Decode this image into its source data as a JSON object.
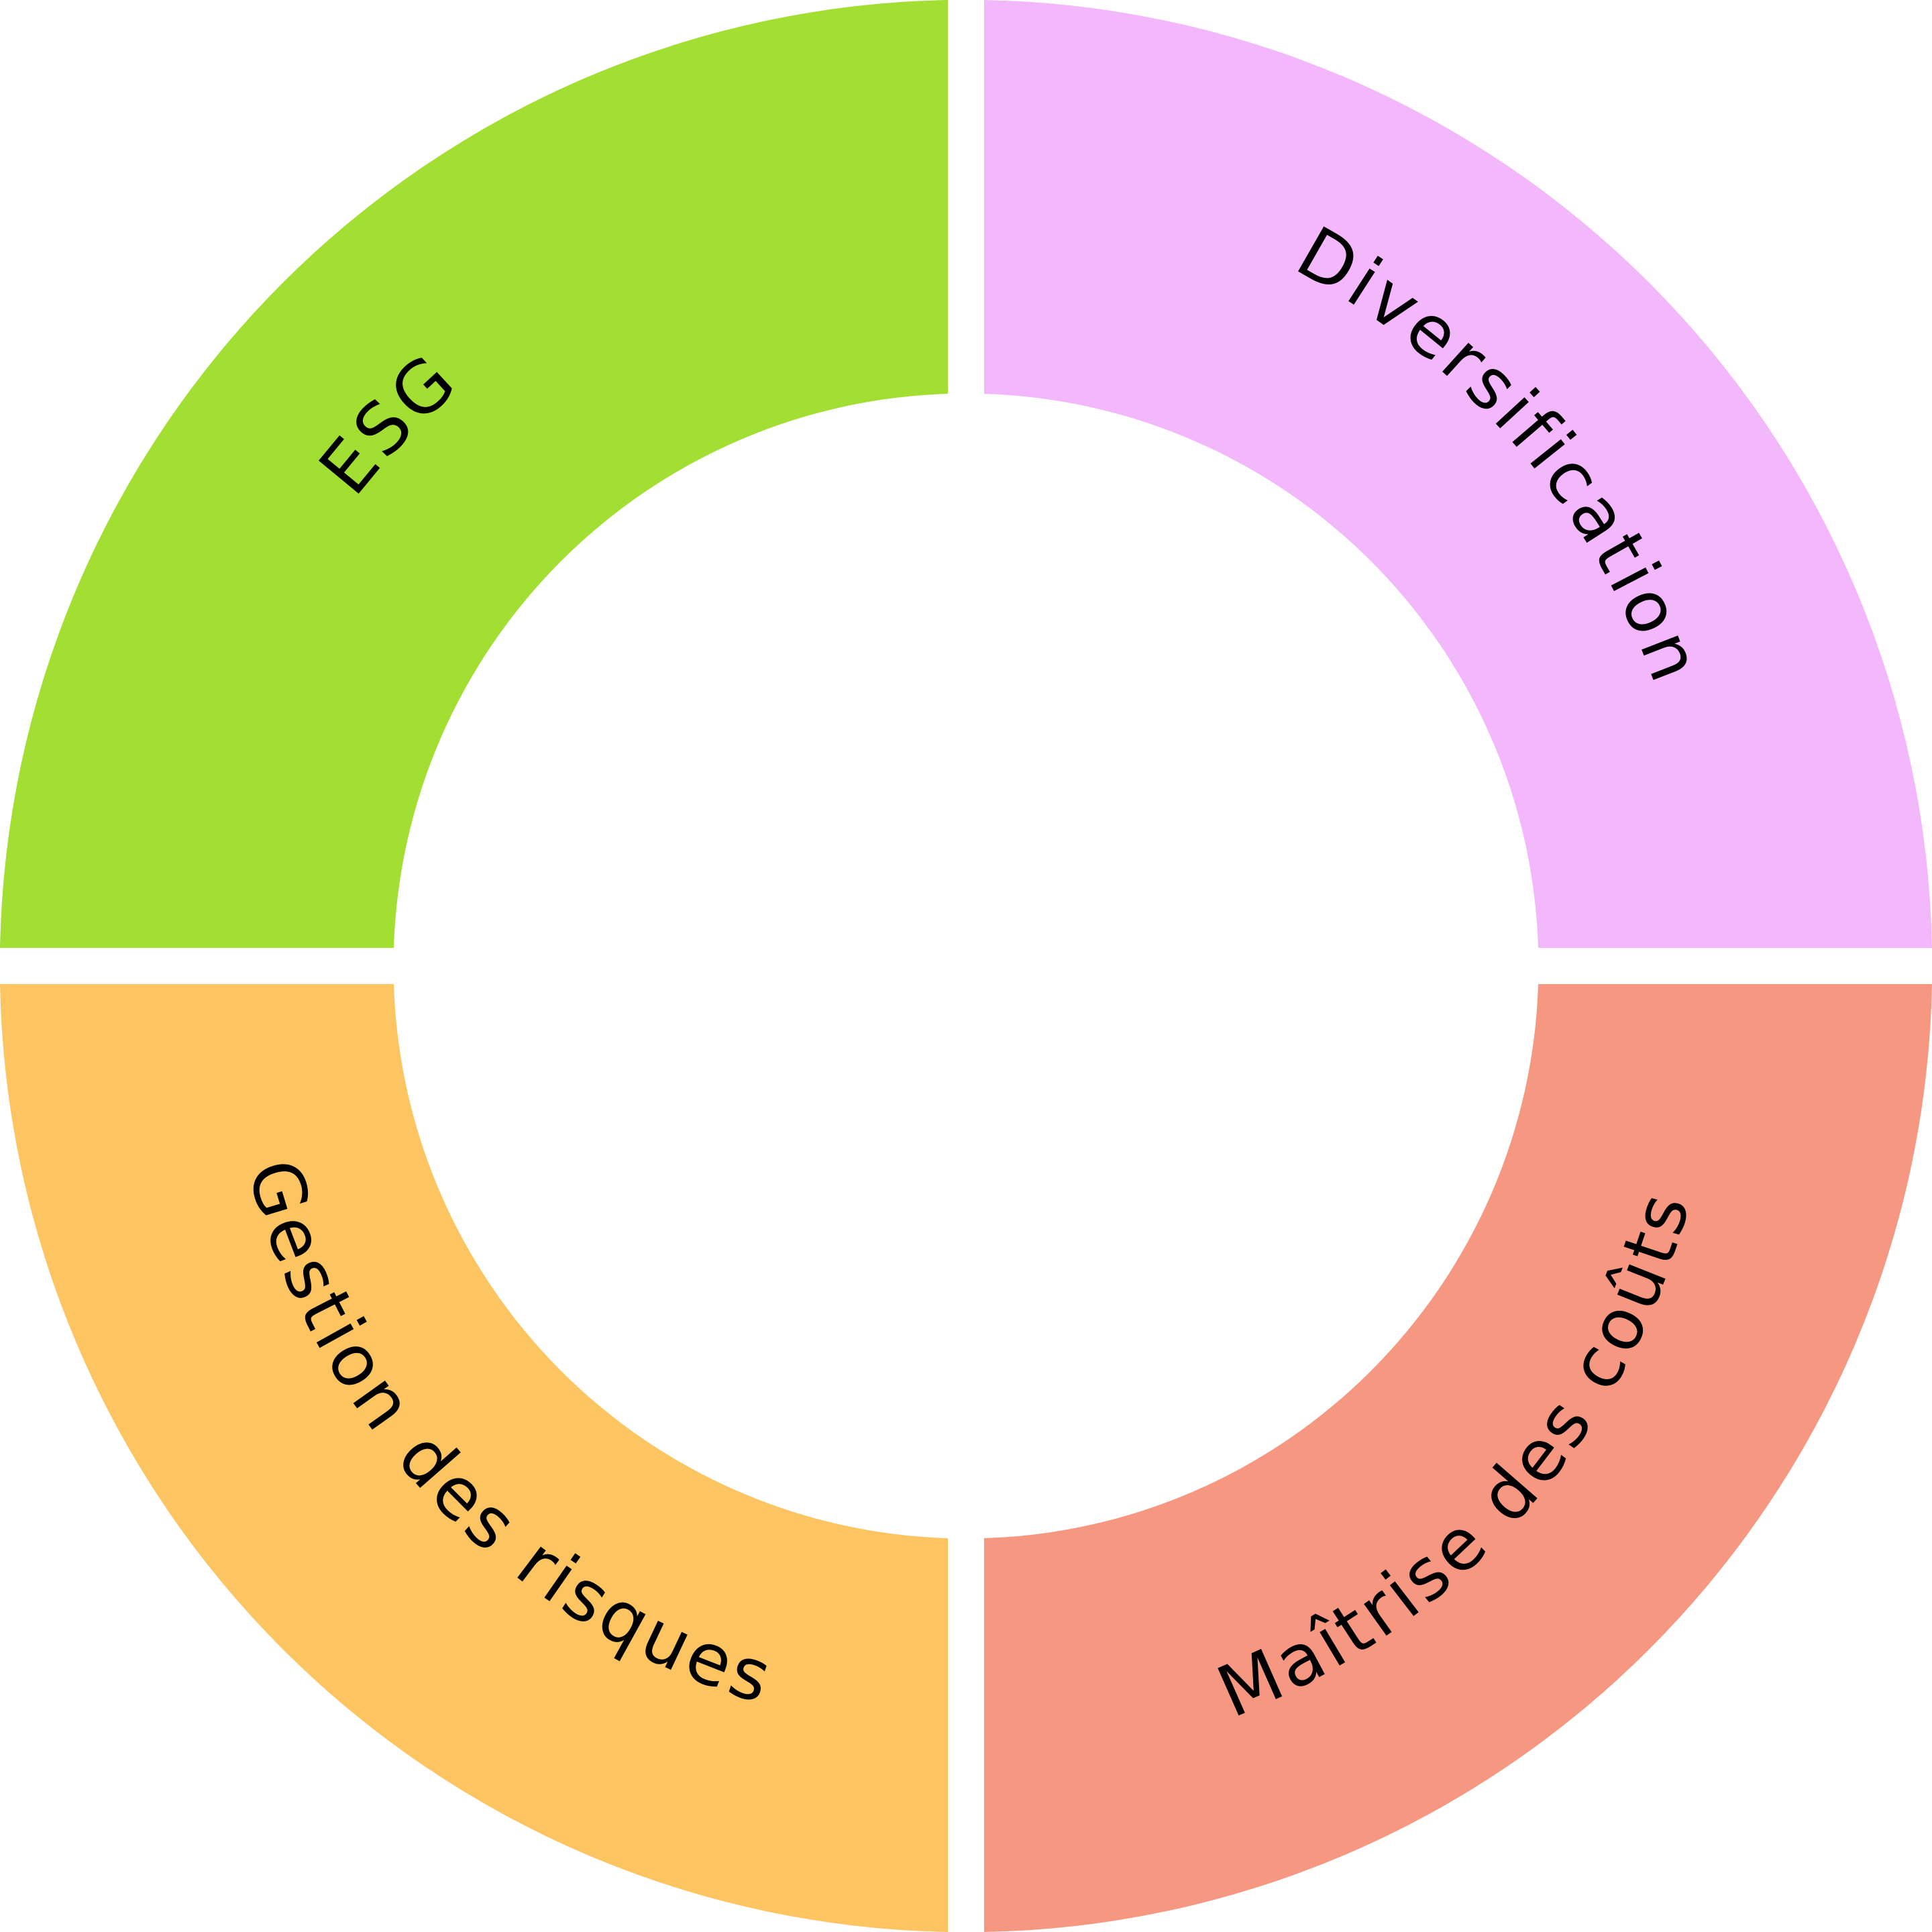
{
  "diagram": {
    "segments": [
      {
        "label": "ESG",
        "color": "#a3df33"
      },
      {
        "label": "Diversification",
        "color": "#f2b8fb"
      },
      {
        "label": "Maîtrise des coûts",
        "color": "#f69881"
      },
      {
        "label": "Gestion des risques",
        "color": "#fdc561"
      }
    ],
    "background": "#ffffff"
  }
}
